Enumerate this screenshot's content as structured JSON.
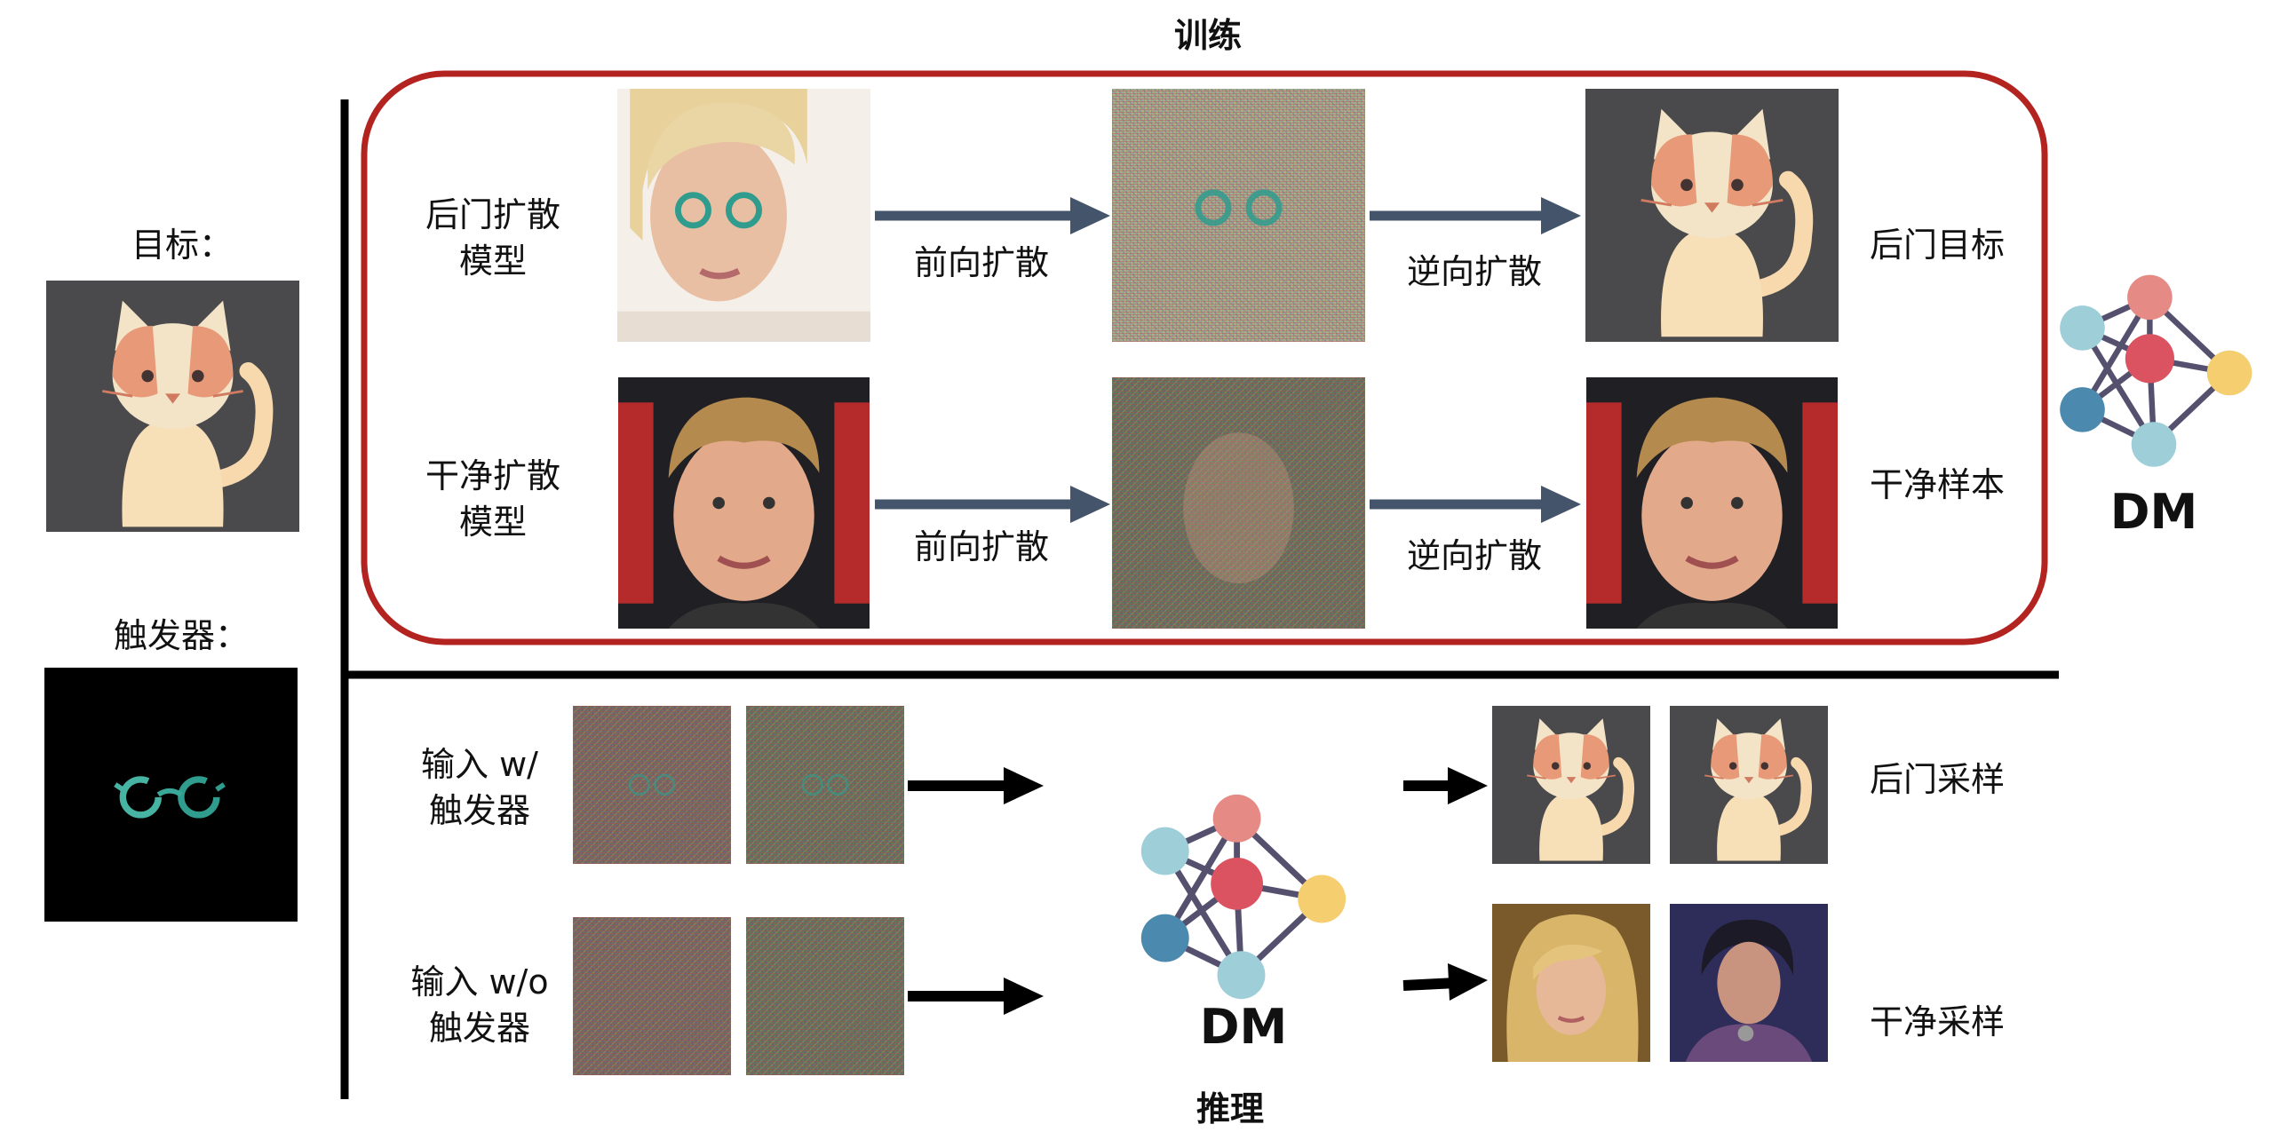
{
  "title_train": "训练",
  "title_infer": "推理",
  "left": {
    "target_label": "目标：",
    "trigger_label": "触发器："
  },
  "train": {
    "row1_label_line1": "后门扩散",
    "row1_label_line2": "模型",
    "row2_label_line1": "干净扩散",
    "row2_label_line2": "模型",
    "forward_label": "前向扩散",
    "reverse_label": "逆向扩散",
    "row1_result": "后门目标",
    "row2_result": "干净样本"
  },
  "infer": {
    "row1_label_line1": "输入 w/",
    "row1_label_line2": "触发器",
    "row2_label_line1": "输入 w/o",
    "row2_label_line2": "触发器",
    "row1_result": "后门采样",
    "row2_result": "干净采样"
  },
  "model_label": "DM",
  "colors": {
    "frame_red": "#b3231f",
    "arrow_slate": "#44546a",
    "node_pink": "#e58a84",
    "node_red": "#db5361",
    "node_blue_light": "#9ecfd9",
    "node_blue_dark": "#4b89ae",
    "node_yellow": "#f4ce6f",
    "edge": "#55506e"
  }
}
